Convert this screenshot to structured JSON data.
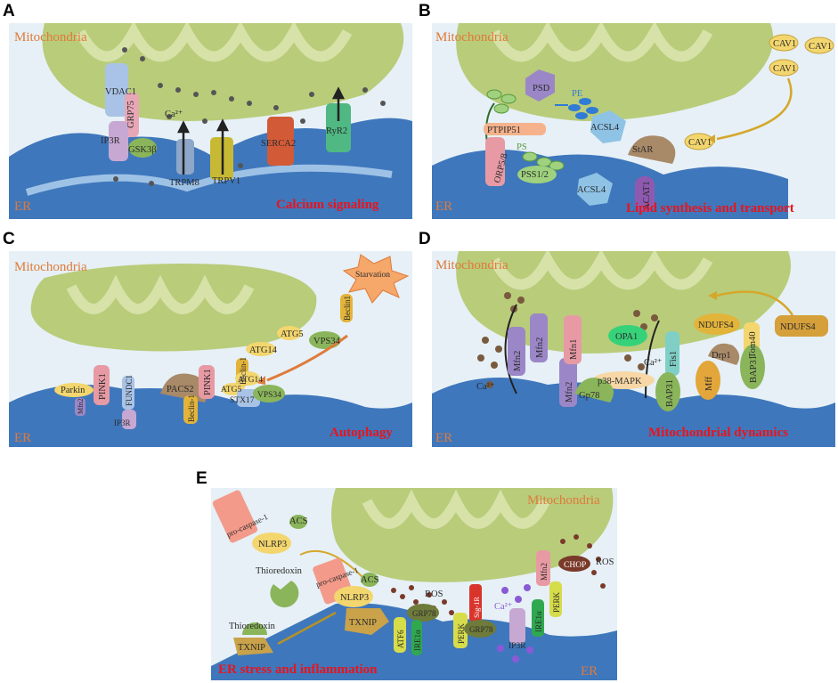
{
  "panels": [
    {
      "letter": "A",
      "mito": "Mitochondria",
      "er": "ER",
      "caption": "Calcium signaling",
      "labels": [
        "VDAC1",
        "GRP75",
        "IP3R",
        "GSK3β",
        "Ca²⁺",
        "TRPM8",
        "TRPV1",
        "SERCA2",
        "RyR2"
      ]
    },
    {
      "letter": "B",
      "mito": "Mitochondria",
      "er": "ER",
      "caption": "Lipid synthesis and transport",
      "labels": [
        "PSD",
        "PE",
        "PTPIP51",
        "PS",
        "ORP5/8",
        "PSS1/2",
        "ACSL4",
        "ACSL4",
        "StAR",
        "ACAT1",
        "CAV1",
        "CAV1",
        "CAV1",
        "CAV1"
      ]
    },
    {
      "letter": "C",
      "mito": "Mitochondria",
      "er": "ER",
      "caption": "Autophagy",
      "labels": [
        "Starvation",
        "Beclin1",
        "ATG5",
        "ATG14",
        "VPS34",
        "Parkin",
        "PINK1",
        "Mfn2",
        "FUNDC1",
        "IP3R",
        "PACS2",
        "PINK1",
        "Beclin-1",
        "Beclin-1",
        "ATG14",
        "ATG5",
        "STX17",
        "VPS34"
      ]
    },
    {
      "letter": "D",
      "mito": "Mitochondria",
      "er": "ER",
      "caption": "Mitochondrial dynamics",
      "labels": [
        "Ca²⁺",
        "Mfn2",
        "Mfn2",
        "Mfn2",
        "Mfn1",
        "OPA1",
        "Ca²⁺",
        "p38-MAPK",
        "Gp78",
        "Fis1",
        "BAP31",
        "NDUFS4",
        "Tom40",
        "Drp1",
        "Mff",
        "BAP31",
        "NDUFS4"
      ]
    },
    {
      "letter": "E",
      "mito": "Mitochondria",
      "er": "ER",
      "caption": "ER stress and inflammation",
      "labels": [
        "pro-caspase-1",
        "ACS",
        "NLRP3",
        "pro-caspase-1",
        "ACS",
        "NLRP3",
        "TXNIP",
        "Thioredoxin",
        "Thioredoxin",
        "TXNIP",
        "ROS",
        "GRP78",
        "ATF6",
        "IRE1α",
        "Sig-1R",
        "PERK",
        "GRP78",
        "Ca²⁺",
        "IP3R",
        "IRE1α",
        "Mfn2",
        "PERK",
        "CHOP",
        "ROS"
      ]
    }
  ],
  "colors": {
    "background": "#e6f0f6",
    "mitochondria": "#b9cc7a",
    "cristae": "#d6e2a8",
    "er": "#3f77bc",
    "caption": "#e8141c",
    "organelle_label": "#e07a3a"
  }
}
